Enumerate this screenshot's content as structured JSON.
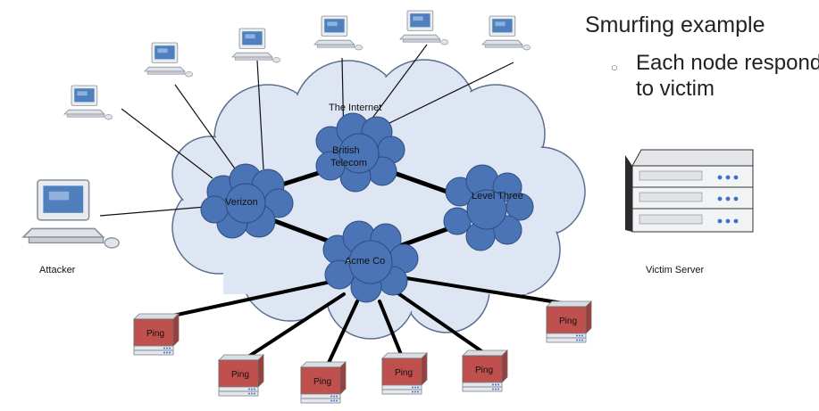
{
  "slide": {
    "title": "Smurfing example",
    "bullet": "Each node responds to victim"
  },
  "diagram": {
    "internet_label": "The Internet",
    "isps": {
      "verizon": "Verizon",
      "british_telecom_line1": "British",
      "british_telecom_line2": "Telecom",
      "level_three": "Level Three",
      "acme": "Acme Co"
    },
    "attacker_label": "Attacker",
    "victim_label": "Victim Server",
    "ping_labels": [
      "Ping",
      "Ping",
      "Ping",
      "Ping",
      "Ping",
      "Ping"
    ]
  },
  "colors": {
    "internet_cloud": "#dde6f2",
    "isp_cloud": "#4a74b5",
    "ping_device": "#c0504d",
    "server": "#2b2b2b",
    "accent_dots": "#3b73c9"
  },
  "icons": {
    "workstation": "desktop-computer-icon",
    "server": "server-stack-icon",
    "ping_node": "ping-node-icon"
  }
}
